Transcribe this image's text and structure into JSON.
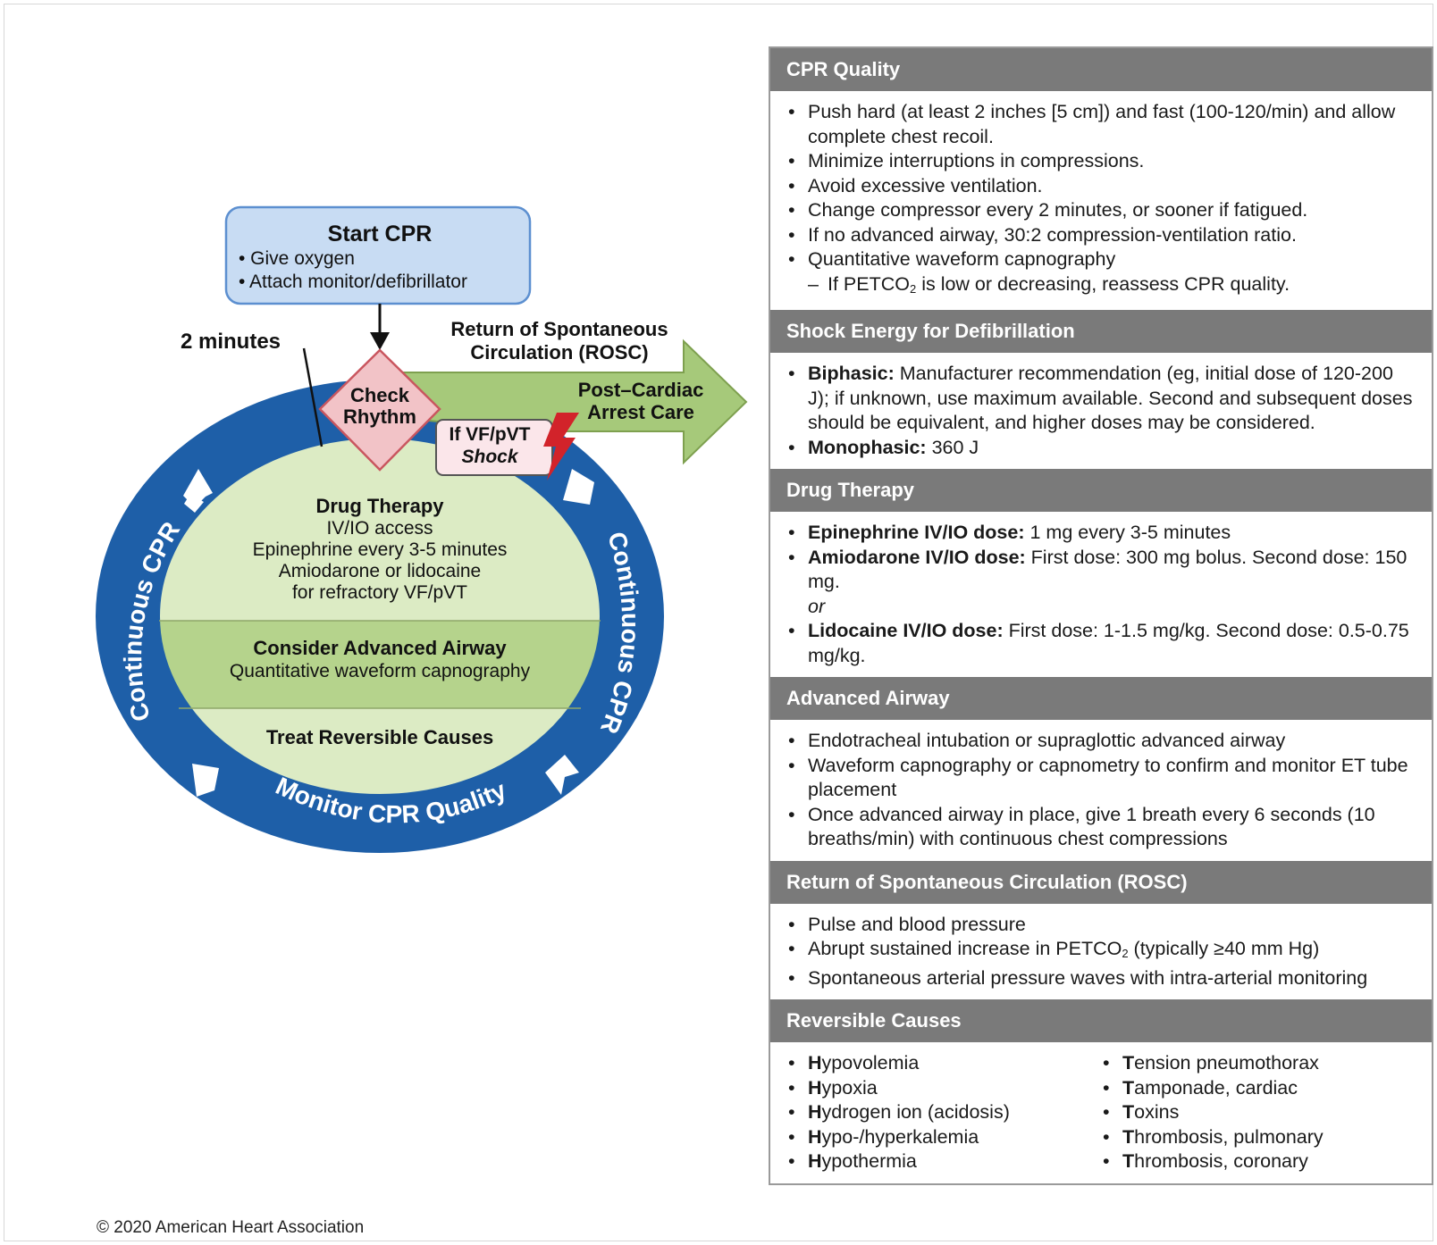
{
  "diagram": {
    "start_cpr": {
      "title": "Start CPR",
      "items": [
        "• Give oxygen",
        "• Attach monitor/defibrillator"
      ]
    },
    "two_minutes": "2 minutes",
    "check_rhythm": [
      "Check",
      "Rhythm"
    ],
    "rosc": [
      "Return of Spontaneous",
      "Circulation (ROSC)"
    ],
    "post_cardiac": [
      "Post–Cardiac",
      "Arrest Care"
    ],
    "shock": [
      "If VF/pVT",
      "Shock"
    ],
    "drug_therapy": {
      "title": "Drug Therapy",
      "lines": [
        "IV/IO access",
        "Epinephrine every 3-5 minutes",
        "Amiodarone or lidocaine",
        "for refractory VF/pVT"
      ]
    },
    "airway": {
      "title": "Consider Advanced Airway",
      "line": "Quantitative waveform capnography"
    },
    "reversible": "Treat Reversible Causes",
    "ring_left": "Continuous CPR",
    "ring_right": "Continuous CPR",
    "ring_bottom": "Monitor CPR Quality",
    "colors": {
      "ring": "#1e5fa8",
      "inner": "#dcebc4",
      "inner_band": "#b5d38c",
      "start_box": "#c8dcf3",
      "diamond": "#f2c3c7",
      "arrow": "#a6c97a",
      "bolt": "#d2232a"
    }
  },
  "copyright": "© 2020 American Heart Association",
  "panel": {
    "cpr_quality": {
      "title": "CPR Quality",
      "items": [
        "Push hard (at least 2 inches [5 cm]) and fast (100-120/min) and allow complete chest recoil.",
        "Minimize interruptions in compressions.",
        "Avoid excessive ventilation.",
        "Change compressor every 2 minutes, or sooner if fatigued.",
        "If no advanced airway, 30:2 compression-ventilation ratio.",
        "Quantitative waveform capnography"
      ],
      "sub_prefix": "If PETCO",
      "sub_suffix": " is low or decreasing, reassess CPR quality."
    },
    "shock_energy": {
      "title": "Shock Energy for Defibrillation",
      "biphasic_label": "Biphasic:",
      "biphasic_text": " Manufacturer recommendation (eg, initial dose of 120-200 J); if unknown, use maximum available. Second and subsequent doses should be equivalent, and higher doses may be considered.",
      "monophasic_label": "Monophasic:",
      "monophasic_text": " 360 J"
    },
    "drug_therapy": {
      "title": "Drug Therapy",
      "epi_label": "Epinephrine IV/IO dose:",
      "epi_text": " 1 mg every 3-5 minutes",
      "amio_label": "Amiodarone IV/IO dose:",
      "amio_text": " First dose: 300 mg bolus. Second dose: 150 mg.",
      "or": "or",
      "lido_label": "Lidocaine IV/IO dose:",
      "lido_text": " First dose: 1-1.5 mg/kg. Second dose: 0.5-0.75 mg/kg."
    },
    "advanced_airway": {
      "title": "Advanced Airway",
      "items": [
        "Endotracheal intubation or supraglottic advanced airway",
        "Waveform capnography or capnometry to confirm and monitor ET tube placement",
        "Once advanced airway in place, give 1 breath every 6 seconds (10 breaths/min) with continuous chest compressions"
      ]
    },
    "rosc": {
      "title": "Return of Spontaneous Circulation (ROSC)",
      "item1": "Pulse and blood pressure",
      "item2_prefix": "Abrupt sustained increase in PETCO",
      "item2_suffix": " (typically ≥40 mm Hg)",
      "item3": "Spontaneous arterial pressure waves with intra-arterial monitoring"
    },
    "reversible_causes": {
      "title": "Reversible Causes",
      "h_items": [
        {
          "lead": "H",
          "rest": "ypovolemia"
        },
        {
          "lead": "H",
          "rest": "ypoxia"
        },
        {
          "lead": "H",
          "rest": "ydrogen ion (acidosis)"
        },
        {
          "lead": "H",
          "rest": "ypo-/hyperkalemia"
        },
        {
          "lead": "H",
          "rest": "ypothermia"
        }
      ],
      "t_items": [
        {
          "lead": "T",
          "rest": "ension pneumothorax"
        },
        {
          "lead": "T",
          "rest": "amponade, cardiac"
        },
        {
          "lead": "T",
          "rest": "oxins"
        },
        {
          "lead": "T",
          "rest": "hrombosis, pulmonary"
        },
        {
          "lead": "T",
          "rest": "hrombosis, coronary"
        }
      ]
    }
  }
}
